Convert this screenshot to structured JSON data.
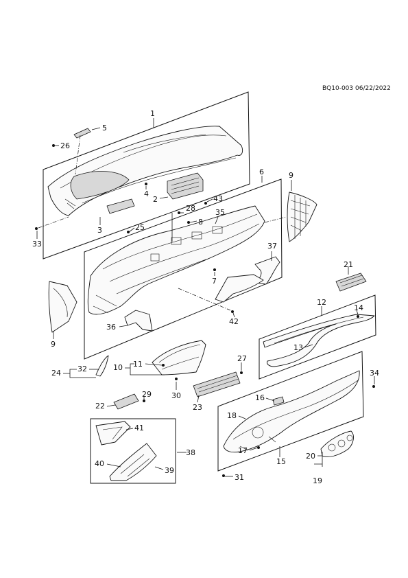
{
  "doc_ref": "BQ10-003 06/22/2022",
  "callouts": [
    "1",
    "2",
    "3",
    "4",
    "5",
    "6",
    "7",
    "8",
    "9",
    "9",
    "10",
    "11",
    "12",
    "13",
    "14",
    "15",
    "16",
    "17",
    "18",
    "19",
    "20",
    "21",
    "22",
    "23",
    "24",
    "25",
    "26",
    "27",
    "28",
    "29",
    "30",
    "31",
    "32",
    "33",
    "34",
    "35",
    "36",
    "37",
    "38",
    "39",
    "40",
    "41",
    "42",
    "43"
  ]
}
